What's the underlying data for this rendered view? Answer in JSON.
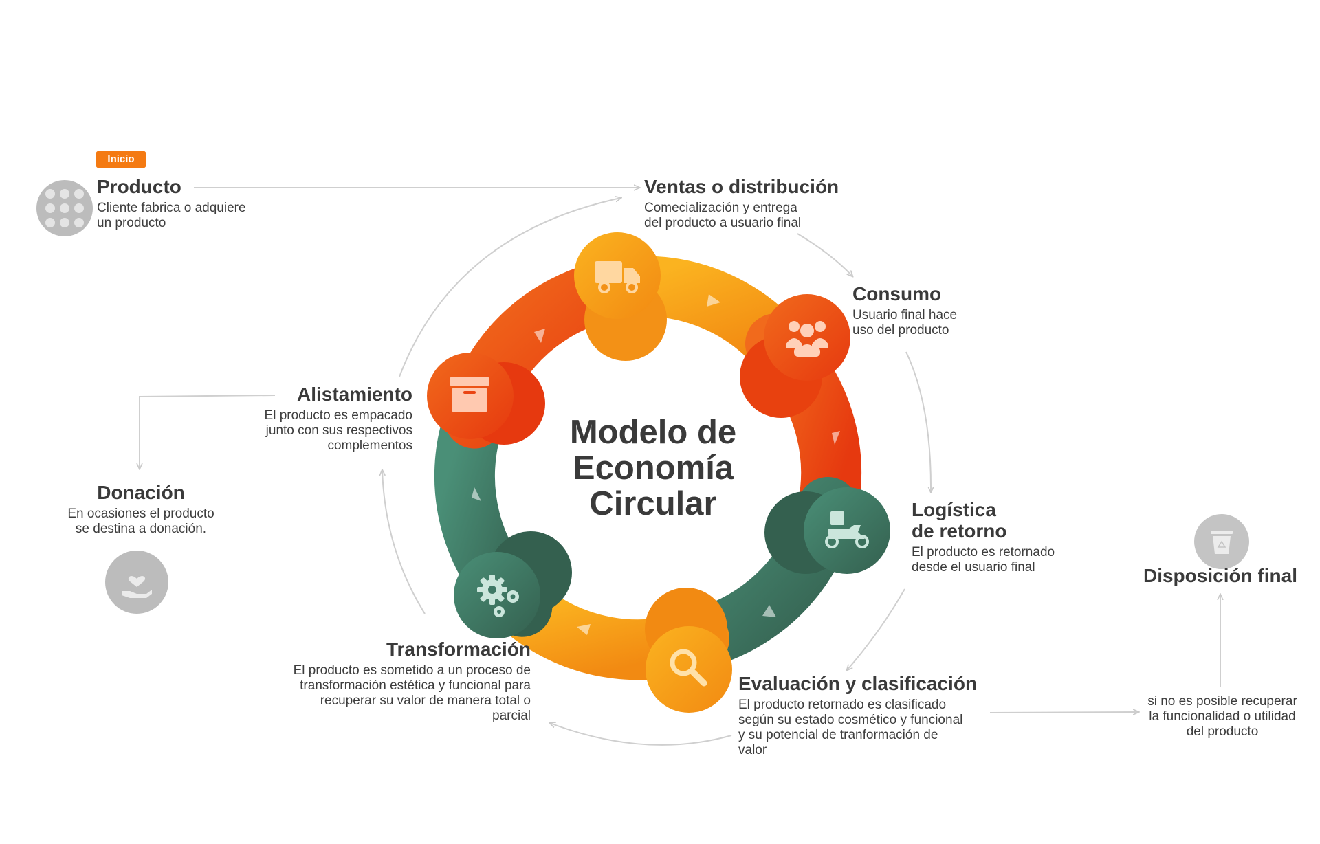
{
  "center_title": {
    "line1": "Modelo de",
    "line2": "Economía",
    "line3": "Circular"
  },
  "badge": "Inicio",
  "colors": {
    "orange": "#f5a11a",
    "red_orange": "#ea4413",
    "green": "#3f7865",
    "grey": "#bcbcbc",
    "badge": "#f47a12",
    "text": "#3a3a3a",
    "arrow": "#cfcfcf"
  },
  "stages": {
    "producto": {
      "title": "Producto",
      "desc1": "Cliente fabrica o adquiere",
      "desc2": "un producto",
      "icon": "dots-grid-icon"
    },
    "ventas": {
      "title": "Ventas o distribución",
      "desc1": "Comecialización y entrega",
      "desc2": "del producto a usuario final",
      "icon": "truck-icon"
    },
    "consumo": {
      "title": "Consumo",
      "desc1": "Usuario final hace",
      "desc2": "uso del producto",
      "icon": "users-icon"
    },
    "logistica": {
      "title1": "Logística",
      "title2": "de retorno",
      "desc1": "El producto es retornado",
      "desc2": "desde el usuario final",
      "icon": "delivery-motorbike-icon"
    },
    "evaluacion": {
      "title": "Evaluación y clasificación",
      "desc1": "El producto retornado es clasificado",
      "desc2": "según su estado cosmético y funcional",
      "desc3": "y su potencial de tranformación de",
      "desc4": "valor",
      "icon": "magnifier-icon"
    },
    "transformacion": {
      "title": "Transformación",
      "desc1": "El producto es sometido a un proceso de",
      "desc2": "transformación estética y funcional para",
      "desc3": "recuperar su valor de manera total o",
      "desc4": "parcial",
      "icon": "gears-icon"
    },
    "alistamiento": {
      "title": "Alistamiento",
      "desc1": "El producto es empacado",
      "desc2": "junto con sus respectivos",
      "desc3": "complementos",
      "icon": "box-icon"
    },
    "donacion": {
      "title": "Donación",
      "desc1": "En ocasiones el producto",
      "desc2": "se destina a donación.",
      "icon": "hand-heart-icon"
    },
    "disposicion": {
      "title": "Disposición final",
      "desc1": "si no es posible recuperar",
      "desc2": "la funcionalidad o utilidad",
      "desc3": "del producto",
      "icon": "recycle-bin-icon"
    }
  }
}
